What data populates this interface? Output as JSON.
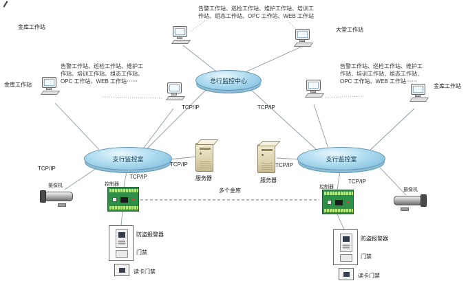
{
  "clouds": {
    "center": "总行监控中心",
    "left": "支行监控室",
    "right": "支行监控室"
  },
  "net": {
    "tcpip": "TCP/IP"
  },
  "annotations": {
    "top": "告警工作站、巡检工作站、维护工作站、培训工作站、组态工作站、OPC 工作站、WEB 工作站",
    "left": "告警工作站、巡检工作站、维护工作站、培训工作站、组态工作站、OPC 工作站、WEB 工作站⋯⋯",
    "right": "告警工作站、巡检工作站、维护工作站、培训工作站、组态工作站、OPC 工作站、WEB 工作站⋯⋯"
  },
  "workstations": {
    "top_left": "金库工作站",
    "far_left": "金库工作站",
    "top_right": "大堂工作站",
    "far_right": "金库工作站"
  },
  "servers": {
    "left": "服务器",
    "right": "服务器"
  },
  "devices": {
    "camera_left": "摄像机",
    "camera_right": "摄像机",
    "controller_left": "控制器",
    "controller_right": "控制器",
    "multi_vault": "多个金库"
  },
  "access_left": {
    "line1": "防盗报警器",
    "line2": "门禁",
    "line3": "读卡门禁"
  },
  "access_right": {
    "line1": "防盗报警器",
    "line2": "门禁",
    "line3": "读卡门禁"
  }
}
